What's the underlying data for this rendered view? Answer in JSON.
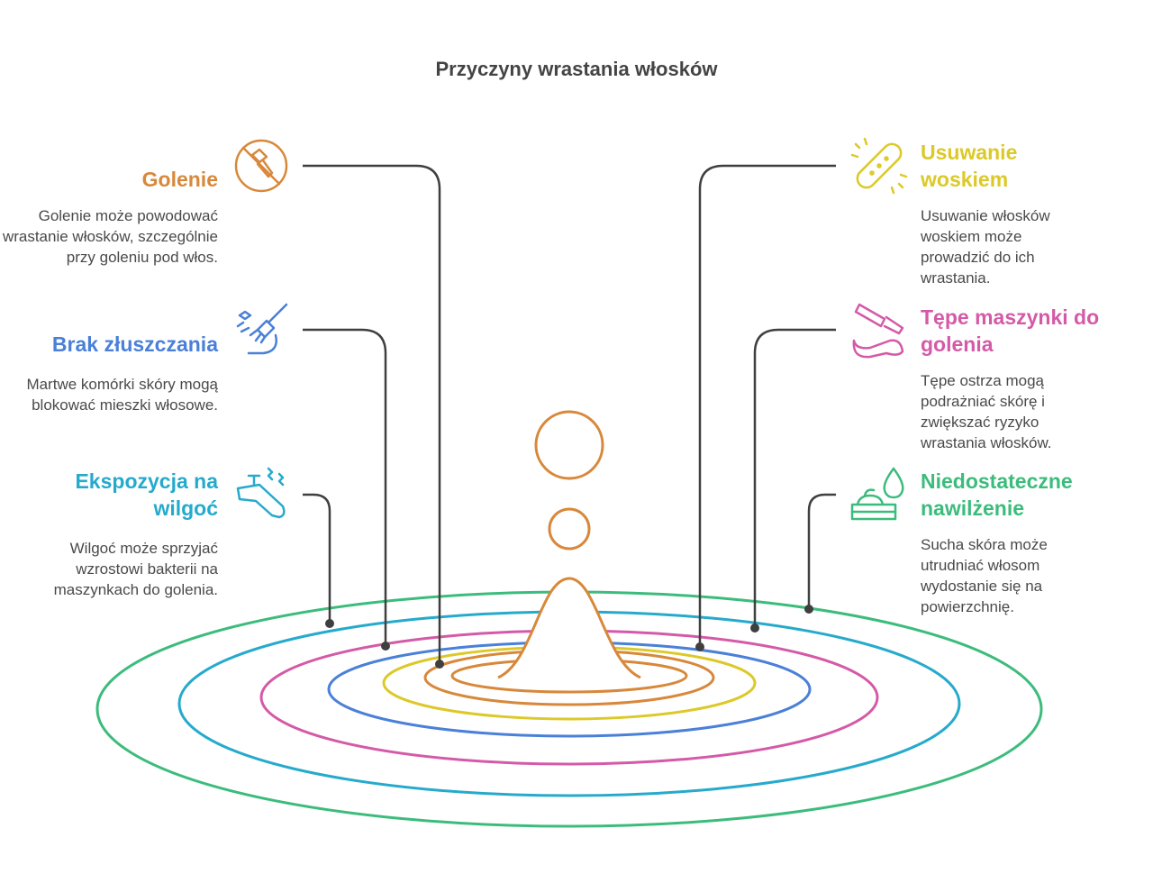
{
  "title": "Przyczyny wrastania włosków",
  "colors": {
    "orange": "#D8883A",
    "yellow": "#DCC928",
    "pink": "#D45AA8",
    "blue": "#4A80D8",
    "cyan": "#26AACC",
    "green": "#3CBC7C",
    "connector": "#3F3F3F"
  },
  "causes": [
    {
      "id": "golenie",
      "heading": "Golenie",
      "description": "Golenie może powodować wrastanie włosków, szczególnie przy goleniu pod włos.",
      "color": "#D8883A",
      "icon": "no-razor-icon"
    },
    {
      "id": "brak-zluszczania",
      "heading": "Brak złuszczania",
      "description": "Martwe komórki skóry mogą blokować mieszki włosowe.",
      "color": "#4A80D8",
      "icon": "exfoliation-brush-icon"
    },
    {
      "id": "ekspozycja-na-wilgoc",
      "heading": "Ekspozycja na wilgoć",
      "description": "Wilgoć może sprzyjać wzrostowi bakterii na maszynkach do golenia.",
      "color": "#26AACC",
      "icon": "humid-razor-icon"
    },
    {
      "id": "usuwanie-woskiem",
      "heading": "Usuwanie woskiem",
      "description": "Usuwanie włosków woskiem może prowadzić do ich wrastania.",
      "color": "#DCC928",
      "icon": "wax-strip-icon"
    },
    {
      "id": "tepe-maszynki",
      "heading": "Tępe maszynki do golenia",
      "description": "Tępe ostrza mogą podrażniać skórę i zwiększać ryzyko wrastania włosków.",
      "color": "#D45AA8",
      "icon": "straight-razor-icon"
    },
    {
      "id": "niedostateczne-nawilzenie",
      "heading": "Niedostateczne nawilżenie",
      "description": "Sucha skóra może utrudniać włosom wydostanie się na powierzchnię.",
      "color": "#3CBC7C",
      "icon": "moisturizer-icon"
    }
  ]
}
